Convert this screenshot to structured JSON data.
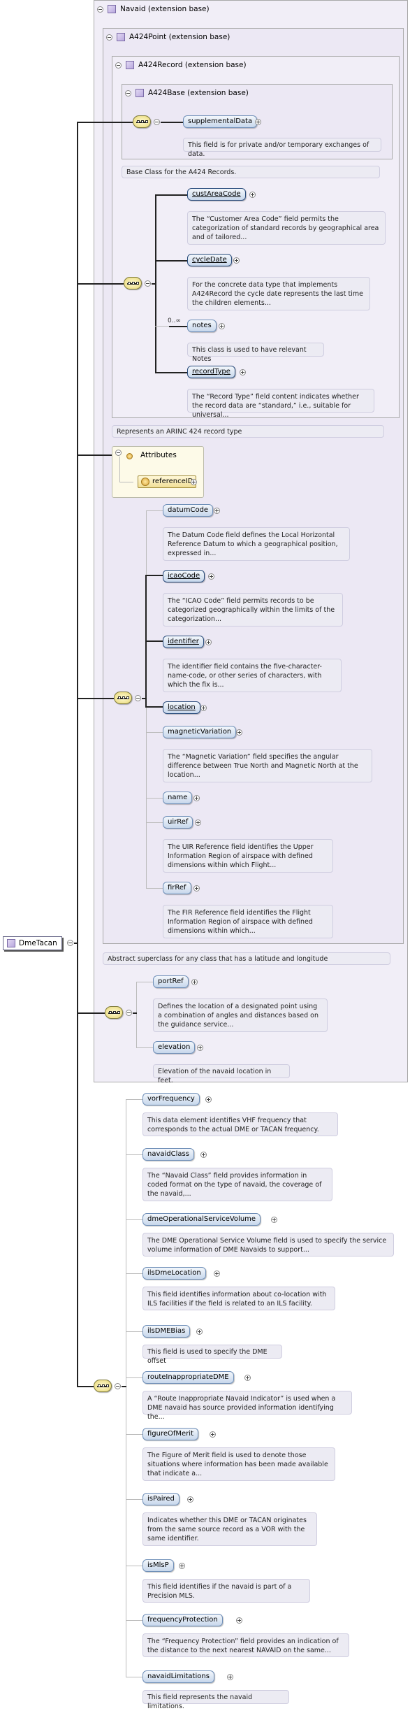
{
  "root": {
    "name": "DmeTacan"
  },
  "navaid": {
    "title": "Navaid (extension base)",
    "doc": "Abstract superclass for any class that has a latitude and longitude"
  },
  "a424point": {
    "title": "A424Point (extension base)"
  },
  "a424record": {
    "title": "A424Record (extension base)",
    "doc": "Represents an ARINC 424 record type"
  },
  "a424base": {
    "title": "A424Base (extension base)",
    "doc": "Base Class for the A424 Records.",
    "elements": [
      {
        "name": "supplementalData",
        "doc": "This field is for private and/or temporary exchanges of data."
      }
    ]
  },
  "record_elements": [
    {
      "name": "custAreaCode",
      "doc": "The “Customer Area Code” field permits the categorization of standard records by geographical area and of tailored..."
    },
    {
      "name": "cycleDate",
      "doc": "For the concrete data type that implements A424Record the cycle date represents the last time the children elements..."
    },
    {
      "name": "notes",
      "cardinality": "0..∞",
      "doc": "This class is used to have relevant Notes"
    },
    {
      "name": "recordType",
      "doc": "The “Record Type” field content indicates whether the record data are “standard,” i.e., suitable for universal..."
    }
  ],
  "attributes": {
    "title": "Attributes",
    "items": [
      "referenceID"
    ]
  },
  "point_elements": [
    {
      "name": "datumCode",
      "doc": "The Datum Code field defines the Local Horizontal Reference Datum to which a geographical position, expressed in..."
    },
    {
      "name": "icaoCode",
      "doc": "The “ICAO Code” field permits records to be categorized geographically within the limits of the categorization..."
    },
    {
      "name": "identifier",
      "doc": "The identifier field contains the five-character-name-code, or other series of characters, with which the fix is..."
    },
    {
      "name": "location",
      "doc": ""
    },
    {
      "name": "magneticVariation",
      "doc": "The “Magnetic Variation” field specifies the angular difference between True North and Magnetic North at the location..."
    },
    {
      "name": "name",
      "doc": ""
    },
    {
      "name": "uirRef",
      "doc": "The UIR Reference field identifies the Upper Information Region of airspace with defined dimensions within which Flight..."
    },
    {
      "name": "firRef",
      "doc": "The FIR Reference field identifies the Flight Information Region of airspace with defined dimensions within which..."
    }
  ],
  "navaid_elements": [
    {
      "name": "portRef",
      "doc": "Defines the location of a designated point using a combination of angles and distances based on the guidance service..."
    },
    {
      "name": "elevation",
      "doc": "Elevation of the navaid location in feet."
    }
  ],
  "dme_elements": [
    {
      "name": "vorFrequency",
      "doc": "This data element identifies VHF frequency that corresponds to the actual DME or TACAN frequency."
    },
    {
      "name": "navaidClass",
      "doc": "The “Navaid Class” field provides information in coded format on the type of navaid, the coverage of the navaid,..."
    },
    {
      "name": "dmeOperationalServiceVolume",
      "doc": "The DME Operational Service Volume field is used to specify the service volume information of DME Navaids to support..."
    },
    {
      "name": "ilsDmeLocation",
      "doc": "This field identifies information about co-location with ILS facilities if the field is related to an ILS facility."
    },
    {
      "name": "ilsDMEBias",
      "doc": "This field is used to specify the DME offset"
    },
    {
      "name": "routeInappropriateDME",
      "doc": "A “Route Inappropriate Navaid Indicator” is used when a DME navaid has source provided information identifying the..."
    },
    {
      "name": "figureOfMerit",
      "doc": "The Figure of Merit field is used to denote those situations where information has been made available that indicate a..."
    },
    {
      "name": "isPaired",
      "doc": "Indicates whether this DME or TACAN originates from the same source record as a VOR with the same identifier."
    },
    {
      "name": "isMlsP",
      "doc": "This field identifies if the navaid is part of a Precision MLS."
    },
    {
      "name": "frequencyProtection",
      "doc": "The “Frequency Protection” field provides an indication of the distance to the next nearest NAVAID on the same..."
    },
    {
      "name": "navaidLimitations",
      "doc": "This field represents the navaid limitations."
    }
  ]
}
